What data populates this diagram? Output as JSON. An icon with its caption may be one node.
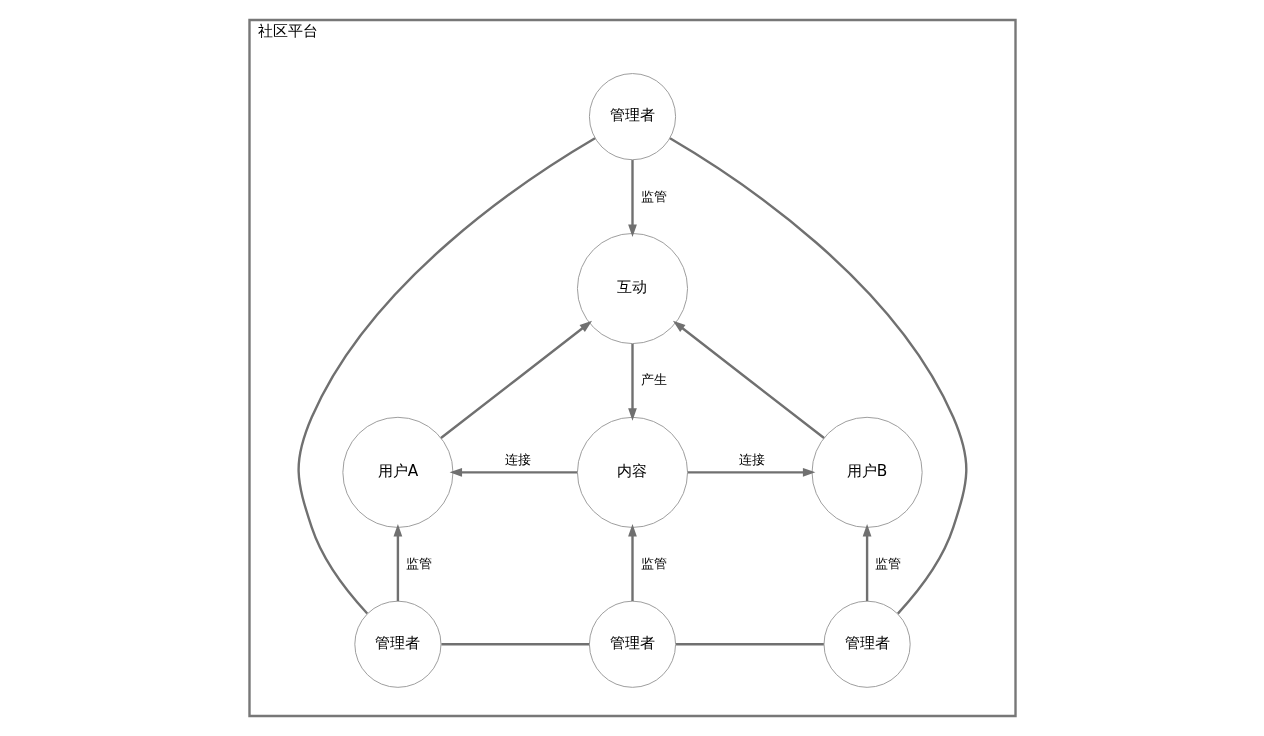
{
  "diagram": {
    "nodes": [
      {
        "text": [
          "社区平台"
        ]
      },
      {
        "text": [
          "管理者"
        ],
        "in": 0
      },
      {
        "text": [
          "互动"
        ],
        "in": 0
      },
      {
        "text": [
          "用户A"
        ],
        "in": 0
      },
      {
        "text": [
          "内容"
        ],
        "in": 0
      },
      {
        "text": [
          "用户B"
        ],
        "in": 0
      },
      {
        "text": [
          "管理者"
        ],
        "in": 0
      },
      {
        "text": [
          "管理者"
        ],
        "in": 0
      },
      {
        "text": [
          "管理者"
        ],
        "in": 0
      }
    ],
    "edges": [
      {
        "from": 1,
        "to": 2,
        "arrow": "to",
        "label": "监管"
      },
      {
        "from": 1,
        "to": 6,
        "arrow": "none"
      },
      {
        "from": 1,
        "to": 8,
        "arrow": "none"
      },
      {
        "from": 2,
        "to": 4,
        "arrow": "to",
        "label": "产生"
      },
      {
        "from": 3,
        "to": 2,
        "arrow": "to"
      },
      {
        "from": 5,
        "to": 2,
        "arrow": "to"
      },
      {
        "from": 4,
        "to": 3,
        "arrow": "to",
        "label": "连接"
      },
      {
        "from": 4,
        "to": 5,
        "arrow": "to",
        "label": "连接"
      },
      {
        "from": 7,
        "to": 4,
        "arrow": "to",
        "label": "监管"
      },
      {
        "from": 6,
        "to": 3,
        "arrow": "to",
        "label": "监管"
      },
      {
        "from": 8,
        "to": 5,
        "arrow": "to",
        "label": "监管"
      },
      {
        "from": 6,
        "to": 7,
        "arrow": "none"
      },
      {
        "from": 7,
        "to": 8,
        "arrow": "none"
      }
    ]
  }
}
